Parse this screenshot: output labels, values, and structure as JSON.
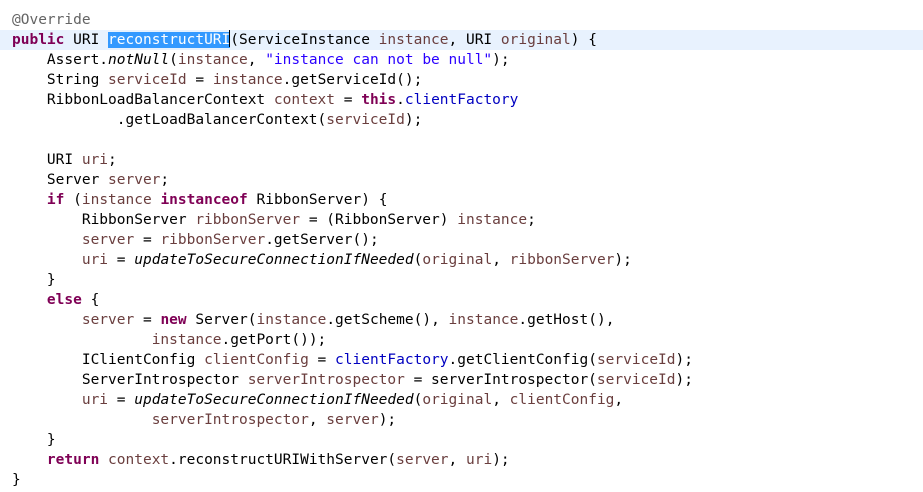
{
  "editor": {
    "language": "java",
    "selected_text": "reconstructURI",
    "colors": {
      "keyword": "#7f0055",
      "local_variable": "#6a3e3e",
      "field": "#0000c0",
      "string": "#2a00ff",
      "annotation": "#646464",
      "selection": "#3399ff",
      "current_line": "#e8f2fe"
    },
    "lines": [
      [
        {
          "t": "@Override",
          "c": "ann"
        }
      ],
      [
        {
          "t": "public",
          "c": "kw"
        },
        {
          "t": " URI "
        },
        {
          "t": "reconstructURI",
          "c": "sel"
        },
        {
          "t": "",
          "c": "caret"
        },
        {
          "t": "(ServiceInstance "
        },
        {
          "t": "instance",
          "c": "var"
        },
        {
          "t": ", URI "
        },
        {
          "t": "original",
          "c": "var"
        },
        {
          "t": ") {"
        }
      ],
      [
        {
          "t": "    Assert."
        },
        {
          "t": "notNull",
          "c": "ital"
        },
        {
          "t": "("
        },
        {
          "t": "instance",
          "c": "var"
        },
        {
          "t": ", "
        },
        {
          "t": "\"instance can not be null\"",
          "c": "str"
        },
        {
          "t": ");"
        }
      ],
      [
        {
          "t": "    String "
        },
        {
          "t": "serviceId",
          "c": "var"
        },
        {
          "t": " = "
        },
        {
          "t": "instance",
          "c": "var"
        },
        {
          "t": ".getServiceId();"
        }
      ],
      [
        {
          "t": "    RibbonLoadBalancerContext "
        },
        {
          "t": "context",
          "c": "var"
        },
        {
          "t": " = "
        },
        {
          "t": "this",
          "c": "kw"
        },
        {
          "t": "."
        },
        {
          "t": "clientFactory",
          "c": "fld"
        }
      ],
      [
        {
          "t": "            .getLoadBalancerContext("
        },
        {
          "t": "serviceId",
          "c": "var"
        },
        {
          "t": ");"
        }
      ],
      [],
      [
        {
          "t": "    URI "
        },
        {
          "t": "uri",
          "c": "var"
        },
        {
          "t": ";"
        }
      ],
      [
        {
          "t": "    Server "
        },
        {
          "t": "server",
          "c": "var"
        },
        {
          "t": ";"
        }
      ],
      [
        {
          "t": "    "
        },
        {
          "t": "if",
          "c": "kw"
        },
        {
          "t": " ("
        },
        {
          "t": "instance",
          "c": "var"
        },
        {
          "t": " "
        },
        {
          "t": "instanceof",
          "c": "kw"
        },
        {
          "t": " RibbonServer) {"
        }
      ],
      [
        {
          "t": "        RibbonServer "
        },
        {
          "t": "ribbonServer",
          "c": "var"
        },
        {
          "t": " = (RibbonServer) "
        },
        {
          "t": "instance",
          "c": "var"
        },
        {
          "t": ";"
        }
      ],
      [
        {
          "t": "        "
        },
        {
          "t": "server",
          "c": "var"
        },
        {
          "t": " = "
        },
        {
          "t": "ribbonServer",
          "c": "var"
        },
        {
          "t": ".getServer();"
        }
      ],
      [
        {
          "t": "        "
        },
        {
          "t": "uri",
          "c": "var"
        },
        {
          "t": " = "
        },
        {
          "t": "updateToSecureConnectionIfNeeded",
          "c": "ital"
        },
        {
          "t": "("
        },
        {
          "t": "original",
          "c": "var"
        },
        {
          "t": ", "
        },
        {
          "t": "ribbonServer",
          "c": "var"
        },
        {
          "t": ");"
        }
      ],
      [
        {
          "t": "    }"
        }
      ],
      [
        {
          "t": "    "
        },
        {
          "t": "else",
          "c": "kw"
        },
        {
          "t": " {"
        }
      ],
      [
        {
          "t": "        "
        },
        {
          "t": "server",
          "c": "var"
        },
        {
          "t": " = "
        },
        {
          "t": "new",
          "c": "kw"
        },
        {
          "t": " Server("
        },
        {
          "t": "instance",
          "c": "var"
        },
        {
          "t": ".getScheme(), "
        },
        {
          "t": "instance",
          "c": "var"
        },
        {
          "t": ".getHost(),"
        }
      ],
      [
        {
          "t": "                "
        },
        {
          "t": "instance",
          "c": "var"
        },
        {
          "t": ".getPort());"
        }
      ],
      [
        {
          "t": "        IClientConfig "
        },
        {
          "t": "clientConfig",
          "c": "var"
        },
        {
          "t": " = "
        },
        {
          "t": "clientFactory",
          "c": "fld"
        },
        {
          "t": ".getClientConfig("
        },
        {
          "t": "serviceId",
          "c": "var"
        },
        {
          "t": ");"
        }
      ],
      [
        {
          "t": "        ServerIntrospector "
        },
        {
          "t": "serverIntrospector",
          "c": "var"
        },
        {
          "t": " = serverIntrospector("
        },
        {
          "t": "serviceId",
          "c": "var"
        },
        {
          "t": ");"
        }
      ],
      [
        {
          "t": "        "
        },
        {
          "t": "uri",
          "c": "var"
        },
        {
          "t": " = "
        },
        {
          "t": "updateToSecureConnectionIfNeeded",
          "c": "ital"
        },
        {
          "t": "("
        },
        {
          "t": "original",
          "c": "var"
        },
        {
          "t": ", "
        },
        {
          "t": "clientConfig",
          "c": "var"
        },
        {
          "t": ","
        }
      ],
      [
        {
          "t": "                "
        },
        {
          "t": "serverIntrospector",
          "c": "var"
        },
        {
          "t": ", "
        },
        {
          "t": "server",
          "c": "var"
        },
        {
          "t": ");"
        }
      ],
      [
        {
          "t": "    }"
        }
      ],
      [
        {
          "t": "    "
        },
        {
          "t": "return",
          "c": "kw"
        },
        {
          "t": " "
        },
        {
          "t": "context",
          "c": "var"
        },
        {
          "t": ".reconstructURIWithServer("
        },
        {
          "t": "server",
          "c": "var"
        },
        {
          "t": ", "
        },
        {
          "t": "uri",
          "c": "var"
        },
        {
          "t": ");"
        }
      ],
      [
        {
          "t": "}"
        }
      ]
    ]
  }
}
